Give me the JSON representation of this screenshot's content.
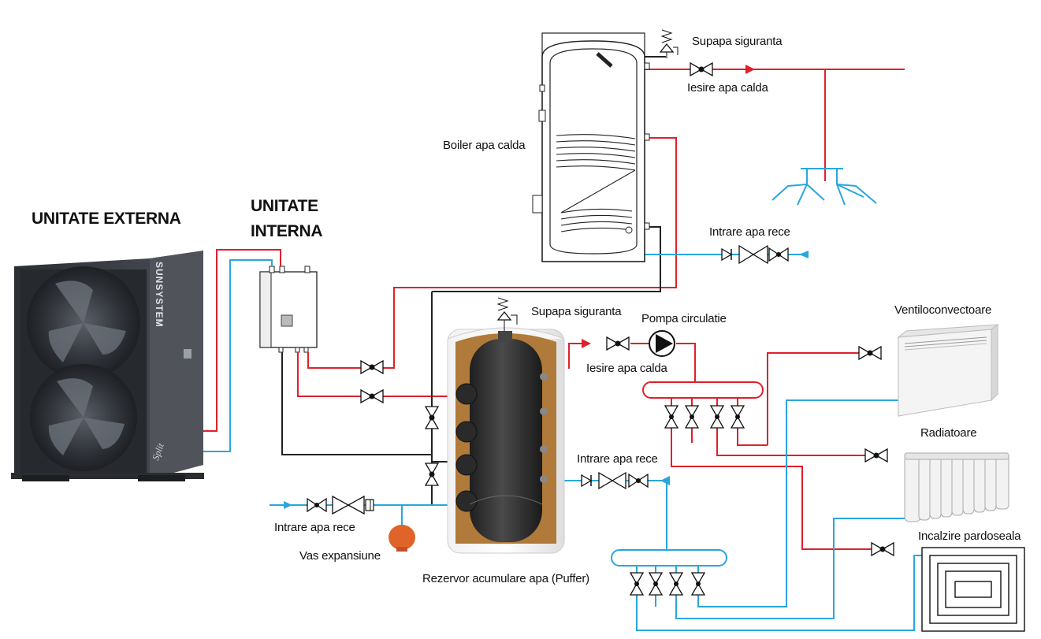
{
  "labels": {
    "outdoor_unit": "UNITATE EXTERNA",
    "indoor_unit_line1": "UNITATE",
    "indoor_unit_line2": "INTERNA",
    "brand": "SUNSYSTEM",
    "model": "Split",
    "boiler_safety_valve": "Supapa siguranta",
    "boiler_hot_out": "Iesire apa calda",
    "boiler": "Boiler apa calda",
    "boiler_cold_in": "Intrare apa rece",
    "puffer_safety_valve": "Supapa siguranta",
    "circulation_pump": "Pompa circulatie",
    "puffer_hot_out": "Iesire apa calda",
    "puffer_cold_in": "Intrare apa rece",
    "main_cold_in": "Intrare apa rece",
    "expansion_vessel": "Vas expansiune",
    "puffer": "Rezervor acumulare apa (Puffer)",
    "fan_coils": "Ventiloconvectoare",
    "radiators": "Radiatoare",
    "floor_heating": "Incalzire pardoseala"
  },
  "colors": {
    "hot_pipe": "#e0202a",
    "cold_pipe": "#2aa6dc",
    "return_pipe": "#222222",
    "outdoor_unit": "#3a3d42",
    "puffer_tank": "#2b2b2b",
    "insulation": "#b07a3a",
    "expansion_vessel": "#e0642a"
  }
}
